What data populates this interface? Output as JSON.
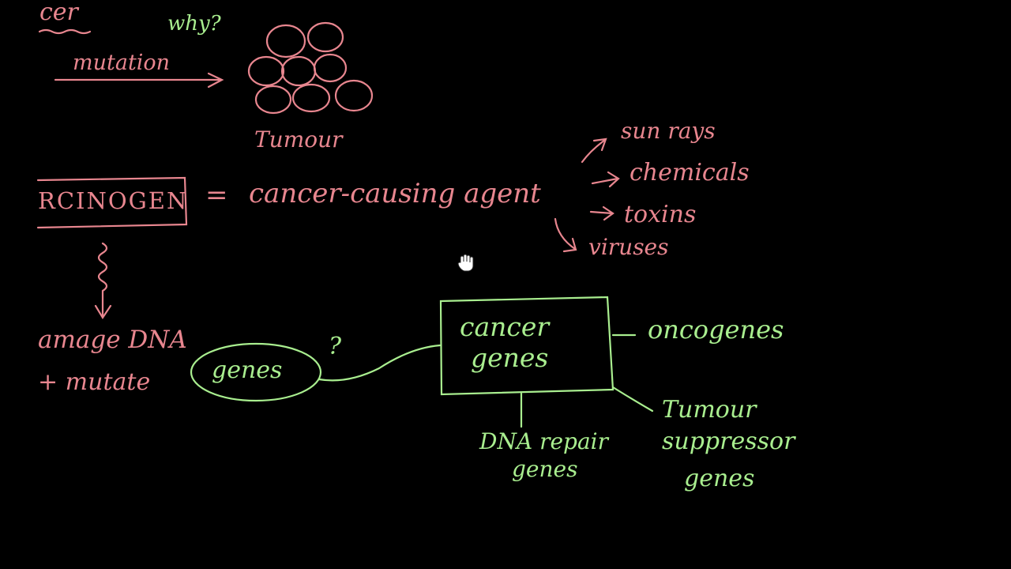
{
  "colors": {
    "background": "#000000",
    "pink": "#e8868f",
    "green": "#a9ee8f"
  },
  "labels": {
    "cancer_partial": "cer",
    "why": "why?",
    "mutation": "mutation",
    "tumour": "Tumour",
    "carcinogen": "RCINOGEN",
    "equals": "=",
    "definition": "cancer-causing agent",
    "causes": [
      "sun rays",
      "chemicals",
      "toxins",
      "viruses"
    ],
    "damage": "amage DNA",
    "mutate": "+ mutate",
    "genes_oval": "genes",
    "question": "?",
    "cancer_genes_line1": "cancer",
    "cancer_genes_line2": "genes",
    "oncogenes": "oncogenes",
    "dna_repair_line1": "DNA repair",
    "dna_repair_line2": "genes",
    "tumour_suppressor_line1": "Tumour",
    "tumour_suppressor_line2": "suppressor",
    "tumour_suppressor_line3": "genes"
  },
  "icons": {
    "cursor": "hand-cursor-icon"
  }
}
